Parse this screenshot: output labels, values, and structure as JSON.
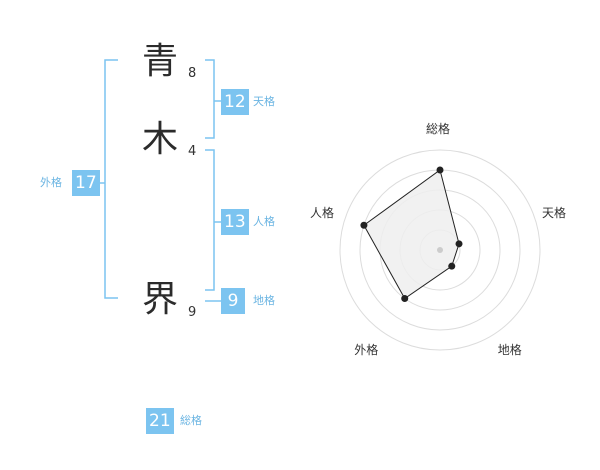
{
  "name": {
    "chars": [
      {
        "char": "青",
        "strokes": "8"
      },
      {
        "char": "木",
        "strokes": "4"
      },
      {
        "char": "界",
        "strokes": "9"
      }
    ]
  },
  "fortune": {
    "tenkaku": {
      "value": "12",
      "label": "天格"
    },
    "jinkaku": {
      "value": "13",
      "label": "人格"
    },
    "chikaku": {
      "value": "9",
      "label": "地格"
    },
    "gaikaku": {
      "value": "17",
      "label": "外格"
    },
    "soukaku": {
      "value": "21",
      "label": "総格"
    }
  },
  "colors": {
    "accent": "#7cc4f0",
    "bracket": "#7cc4f0",
    "radar_fill": "#efefef",
    "radar_stroke": "#222222"
  },
  "chart_data": {
    "type": "radar",
    "axes": [
      "総格",
      "天格",
      "地格",
      "外格",
      "人格"
    ],
    "values": [
      4,
      1,
      1,
      3,
      4
    ],
    "max": 5,
    "rings": 5
  }
}
